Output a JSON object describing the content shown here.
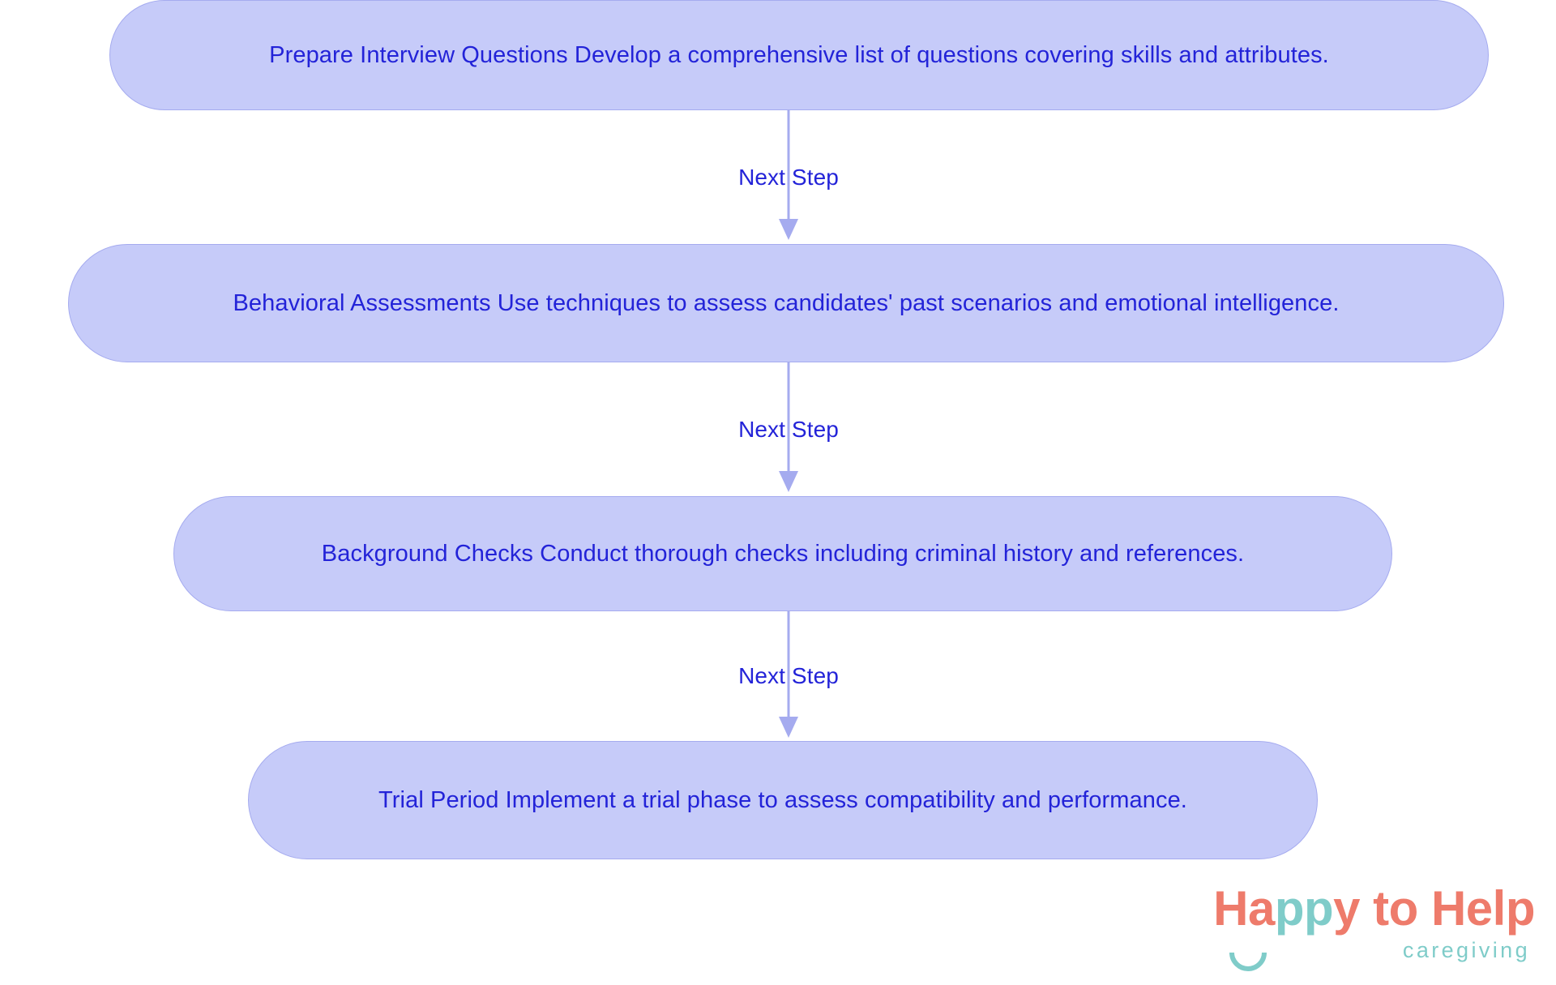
{
  "diagram": {
    "type": "flowchart",
    "orientation": "top-to-bottom",
    "node_fill": "#C6CBF9",
    "node_border": "#A5ABEF",
    "text_color": "#2323D8",
    "edge_color": "#A5ABEF",
    "background": "#FFFFFF",
    "nodes": [
      {
        "id": "prepare-interview-questions",
        "label": "Prepare Interview Questions Develop a comprehensive list of questions covering skills and attributes."
      },
      {
        "id": "behavioral-assessments",
        "label": "Behavioral Assessments Use techniques to assess candidates' past scenarios and emotional intelligence."
      },
      {
        "id": "background-checks",
        "label": "Background Checks Conduct thorough checks including criminal history and references."
      },
      {
        "id": "trial-period",
        "label": "Trial Period Implement a trial phase to assess compatibility and performance."
      }
    ],
    "edges": [
      {
        "from": "prepare-interview-questions",
        "to": "behavioral-assessments",
        "label": "Next Step"
      },
      {
        "from": "behavioral-assessments",
        "to": "background-checks",
        "label": "Next Step"
      },
      {
        "from": "background-checks",
        "to": "trial-period",
        "label": "Next Step"
      }
    ]
  },
  "logo": {
    "word1": "Ha",
    "word2": "pp",
    "word3": "y to Help",
    "tagline": "caregiving",
    "coral": "#EE7B6B",
    "teal": "#7FCCC9"
  }
}
